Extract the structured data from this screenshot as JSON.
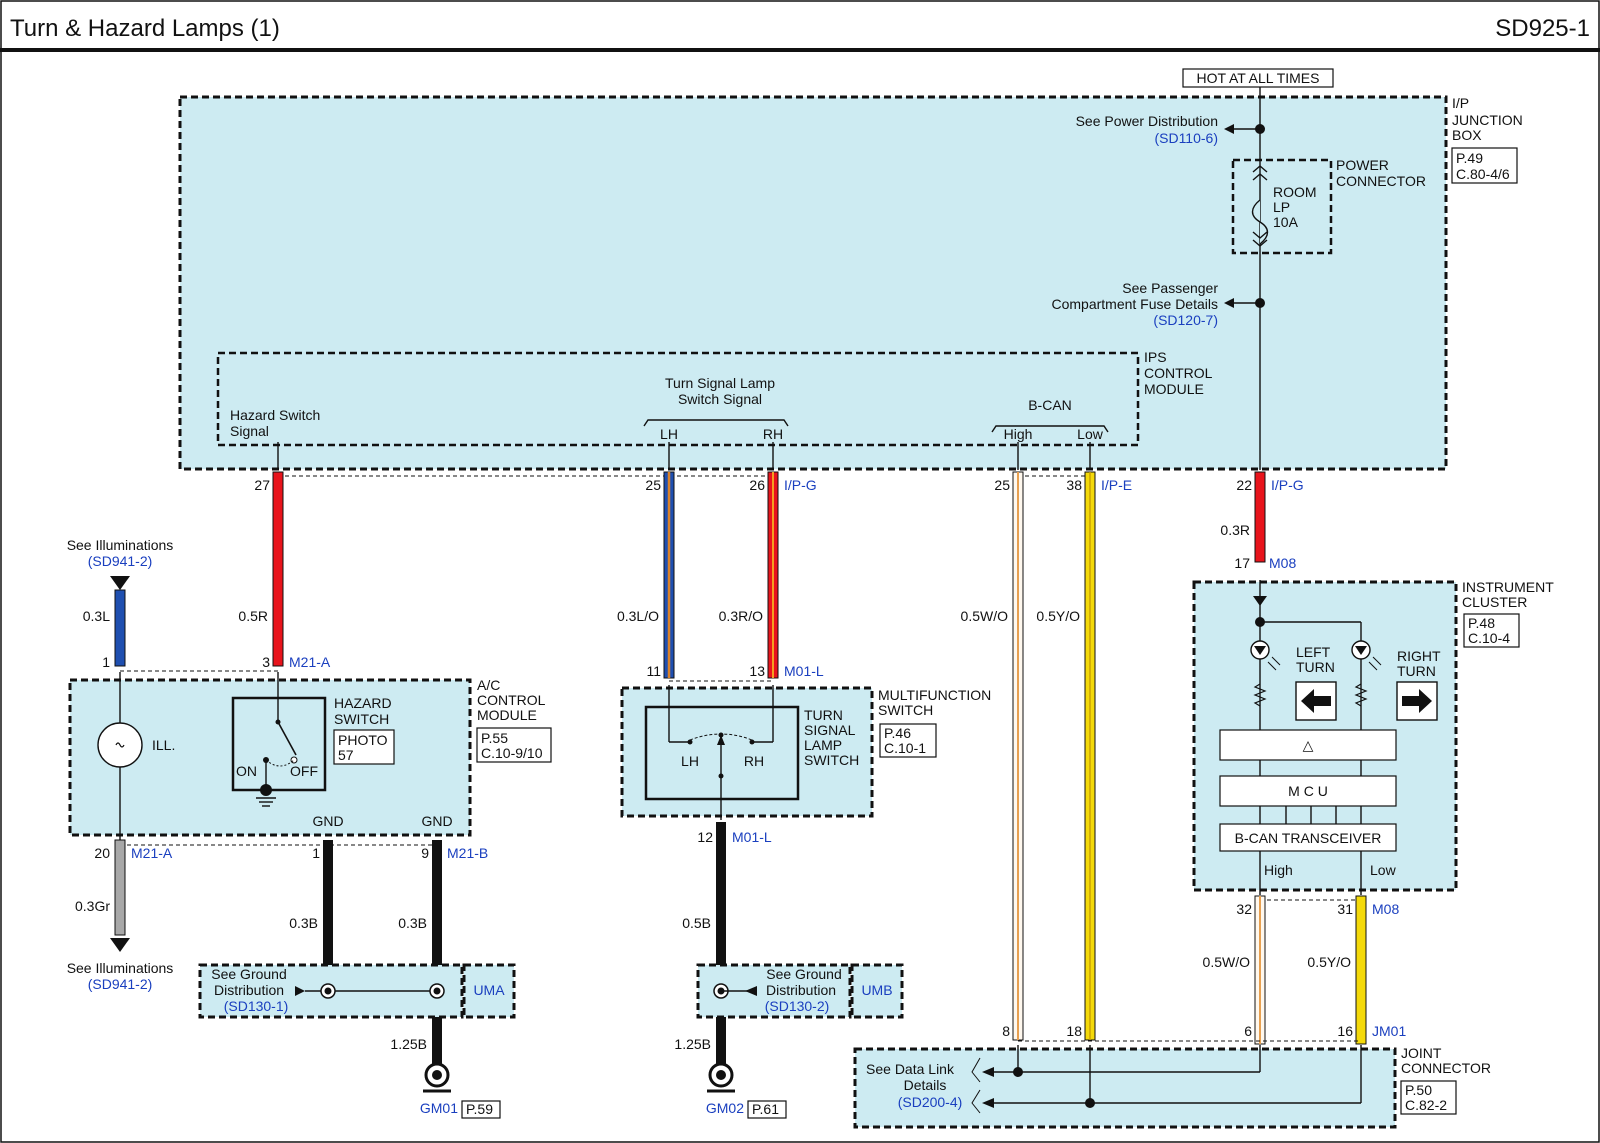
{
  "header": {
    "title": "Turn & Hazard Lamps (1)",
    "code": "SD925-1"
  },
  "power": {
    "hot_at_all_times": "HOT AT ALL TIMES",
    "see_power_distribution": "See Power Distribution",
    "power_ref": "(SD110-6)",
    "junction_box": [
      "I/P",
      "JUNCTION",
      "BOX"
    ],
    "junction_ref": [
      "P.49",
      "C.80-4/6"
    ],
    "power_connector": [
      "POWER",
      "CONNECTOR"
    ],
    "fuse": [
      "ROOM",
      "LP",
      "10A"
    ],
    "see_passenger": [
      "See Passenger",
      "Compartment Fuse Details"
    ],
    "passenger_ref": "(SD120-7)"
  },
  "ips": {
    "label": [
      "IPS",
      "CONTROL",
      "MODULE"
    ],
    "hazard_signal": [
      "Hazard Switch",
      "Signal"
    ],
    "turn_signal": [
      "Turn Signal Lamp",
      "Switch Signal"
    ],
    "lh": "LH",
    "rh": "RH",
    "bcan": "B-CAN",
    "high": "High",
    "low": "Low"
  },
  "pins": {
    "p27": "27",
    "p25a": "25",
    "p26": "26",
    "ipg": "I/P-G",
    "p25b": "25",
    "p38": "38",
    "ipe": "I/P-E",
    "p22": "22",
    "ipg2": "I/P-G"
  },
  "wires": {
    "r03": "0.3R",
    "r05": "0.5R",
    "l03": "0.3L",
    "lo03": "0.3L/O",
    "ro03": "0.3R/O",
    "wo05": "0.5W/O",
    "yo05": "0.5Y/O",
    "gr03": "0.3Gr",
    "b03a": "0.3B",
    "b03b": "0.3B",
    "b05": "0.5B",
    "b125a": "1.25B",
    "b125b": "1.25B",
    "wo05b": "0.5W/O",
    "yo05b": "0.5Y/O"
  },
  "illum": {
    "see1": "See Illuminations",
    "ref1": "(SD941-2)",
    "see2": "See Illuminations",
    "ref2": "(SD941-2)"
  },
  "ac": {
    "pin1": "1",
    "pin3": "3",
    "conn": "M21-A",
    "label": [
      "A/C",
      "CONTROL",
      "MODULE"
    ],
    "ref": [
      "P.55",
      "C.10-9/10"
    ],
    "ill": "ILL.",
    "hazard": [
      "HAZARD",
      "SWITCH"
    ],
    "photo": [
      "PHOTO",
      "57"
    ],
    "on": "ON",
    "off": "OFF",
    "gnd1": "GND",
    "gnd2": "GND",
    "pin20": "20",
    "conn20": "M21-A",
    "pin1b": "1",
    "pin9": "9",
    "connb": "M21-B"
  },
  "ground1": {
    "see": [
      "See Ground",
      "Distribution"
    ],
    "ref": "(SD130-1)",
    "tag": "UMA",
    "gm": "GM01",
    "page": "P.59"
  },
  "mfs": {
    "pin11": "11",
    "pin13": "13",
    "conn": "M01-L",
    "label": [
      "MULTIFUNCTION",
      "SWITCH"
    ],
    "ref": [
      "P.46",
      "C.10-1"
    ],
    "inner": [
      "TURN",
      "SIGNAL",
      "LAMP",
      "SWITCH"
    ],
    "lh": "LH",
    "rh": "RH",
    "pin12": "12",
    "conn12": "M01-L"
  },
  "ground2": {
    "see": [
      "See Ground",
      "Distribution"
    ],
    "ref": "(SD130-2)",
    "tag": "UMB",
    "gm": "GM02",
    "page": "P.61"
  },
  "cluster": {
    "pin17": "17",
    "conn": "M08",
    "label": [
      "INSTRUMENT",
      "CLUSTER"
    ],
    "ref": [
      "P.48",
      "C.10-4"
    ],
    "left": [
      "LEFT",
      "TURN"
    ],
    "right": [
      "RIGHT",
      "TURN"
    ],
    "mcu": "M C U",
    "bcan": "B-CAN TRANSCEIVER",
    "tri": "△",
    "high": "High",
    "low": "Low",
    "pin32": "32",
    "pin31": "31",
    "conn31": "M08"
  },
  "joint": {
    "pin8": "8",
    "pin18": "18",
    "pin6": "6",
    "pin16": "16",
    "conn": "JM01",
    "label": [
      "JOINT",
      "CONNECTOR"
    ],
    "ref": [
      "P.50",
      "C.82-2"
    ],
    "see": [
      "See Data Link",
      "Details"
    ],
    "see_ref": "(SD200-4)"
  },
  "colors": {
    "red": "#e8141c",
    "blue": "#1f4fb0",
    "yellow": "#f4d90a",
    "orange": "#d9822b",
    "gray": "#a8a8a8",
    "black": "#111111",
    "box": "#cdebf2"
  }
}
